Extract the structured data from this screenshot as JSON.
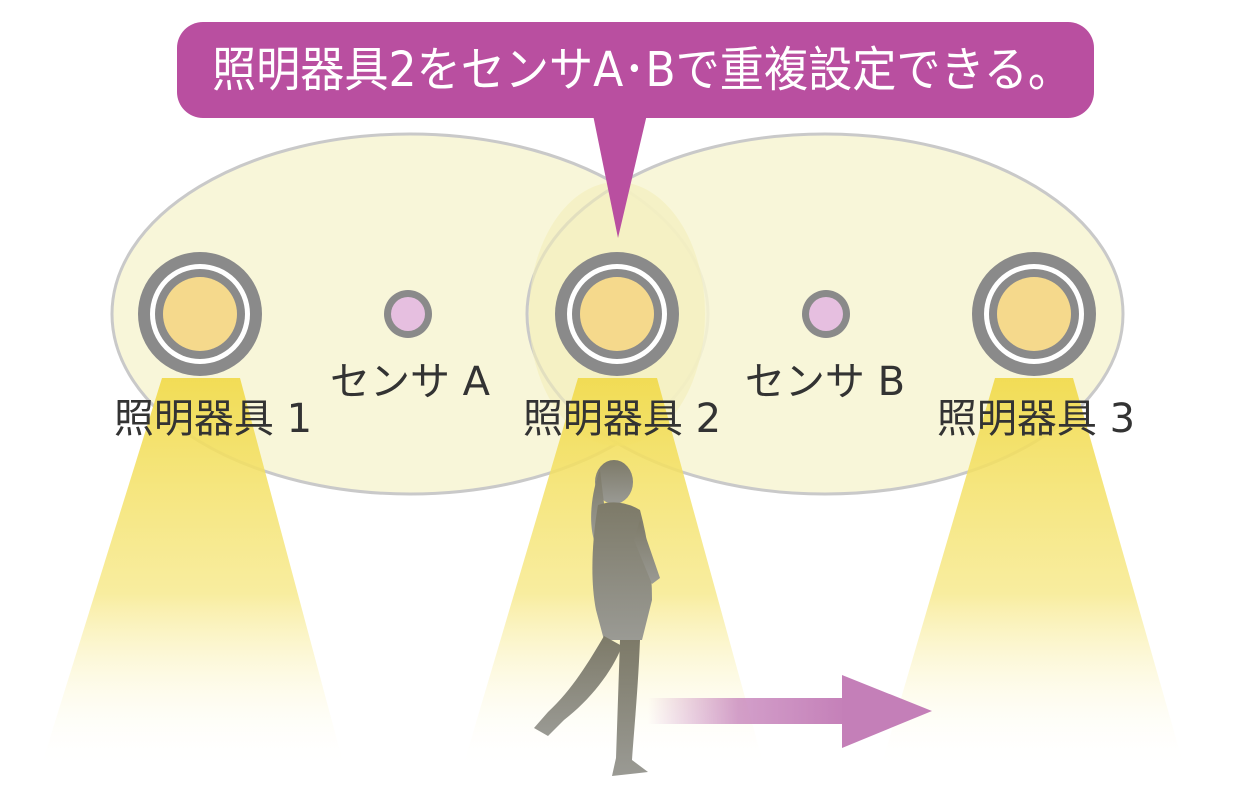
{
  "callout": {
    "text": "照明器具2をセンサA･Bで重複設定できる。"
  },
  "fixtures": [
    {
      "label": "照明器具 1"
    },
    {
      "label": "照明器具 2"
    },
    {
      "label": "照明器具 3"
    }
  ],
  "sensors": [
    {
      "label": "センサ A"
    },
    {
      "label": "センサ B"
    }
  ],
  "colors": {
    "callout": "#b94fa0",
    "sensor_zone_fill": "#f7f4d2",
    "sensor_zone_stroke": "#c9c9c9",
    "light_beam": "#f4e36a",
    "fixture_ring": "#8a8a8a",
    "fixture_core": "#f5d98c",
    "sensor_dot": "#e6bfe0",
    "arrow": "#c47fb8",
    "person": "#8a8a7a"
  },
  "icons": {
    "person": "walking-person-silhouette",
    "arrow": "right-arrow"
  }
}
